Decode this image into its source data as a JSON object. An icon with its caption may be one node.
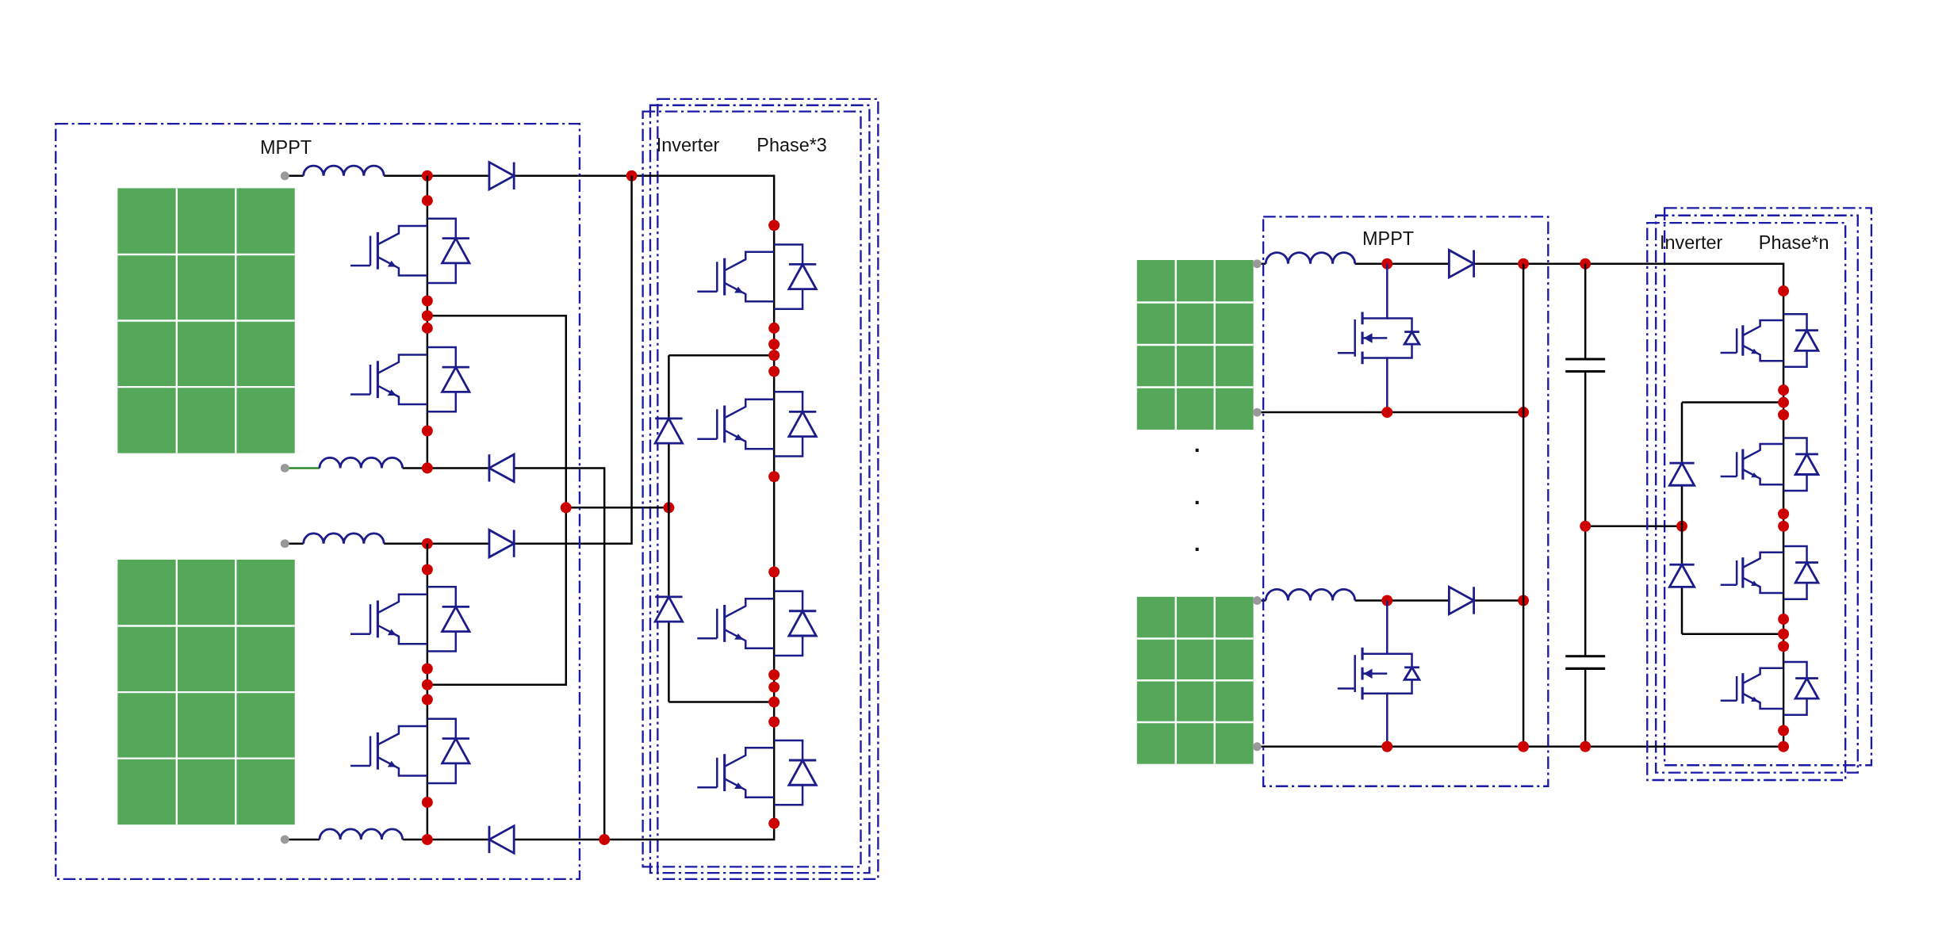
{
  "diagram": {
    "nodes": [
      {
        "text": [
          "MPPT"
        ]
      },
      {
        "text": [
          "Inverter",
          "Phase*3"
        ]
      },
      {
        "text": [
          "MPPT"
        ]
      },
      {
        "text": [
          "Inverter",
          "Phase*n"
        ]
      }
    ],
    "labels": [
      ".",
      ".",
      "."
    ]
  }
}
